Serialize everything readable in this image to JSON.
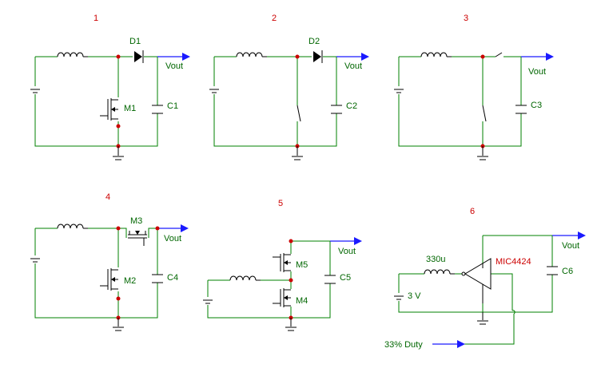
{
  "circuits": [
    {
      "number": "1",
      "components": {
        "diode": "D1",
        "switch": "M1",
        "capacitor": "C1"
      },
      "output": "Vout"
    },
    {
      "number": "2",
      "components": {
        "diode": "D2",
        "capacitor": "C2"
      },
      "output": "Vout"
    },
    {
      "number": "3",
      "components": {
        "capacitor": "C3"
      },
      "output": "Vout"
    },
    {
      "number": "4",
      "components": {
        "sync_switch": "M3",
        "switch": "M2",
        "capacitor": "C4"
      },
      "output": "Vout"
    },
    {
      "number": "5",
      "components": {
        "high_switch": "M5",
        "low_switch": "M4",
        "capacitor": "C5"
      },
      "output": "Vout"
    },
    {
      "number": "6",
      "components": {
        "inductor_value": "330u",
        "driver": "MIC4424",
        "capacitor": "C6",
        "source": "3 V",
        "input": "33% Duty"
      },
      "output": "Vout"
    }
  ],
  "colors": {
    "wire": "#008000",
    "arrow": "#1a1aff",
    "node": "#cc0000",
    "number": "#cc0000",
    "label": "#006600"
  }
}
